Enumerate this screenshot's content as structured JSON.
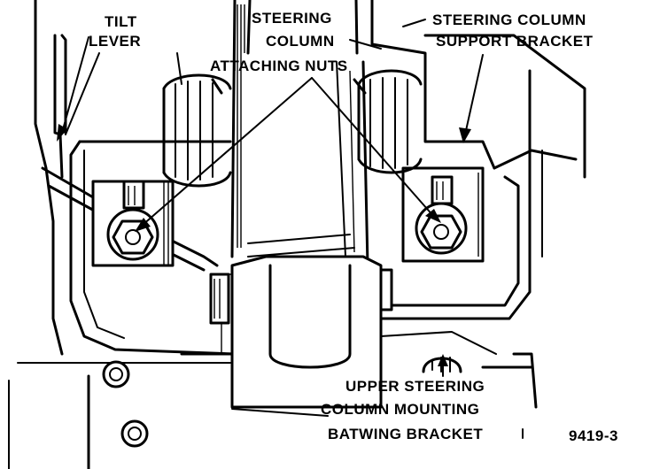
{
  "labels": {
    "tilt_lever": [
      "TILT",
      "LEVER"
    ],
    "steering_column": [
      "STEERING",
      "COLUMN"
    ],
    "attaching_nuts": "ATTACHING NUTS",
    "support_bracket": [
      "STEERING COLUMN",
      "SUPPORT BRACKET"
    ],
    "batwing_bracket": [
      "UPPER STEERING",
      "COLUMN MOUNTING",
      "BATWING BRACKET"
    ],
    "figure_number": "9419-3"
  }
}
